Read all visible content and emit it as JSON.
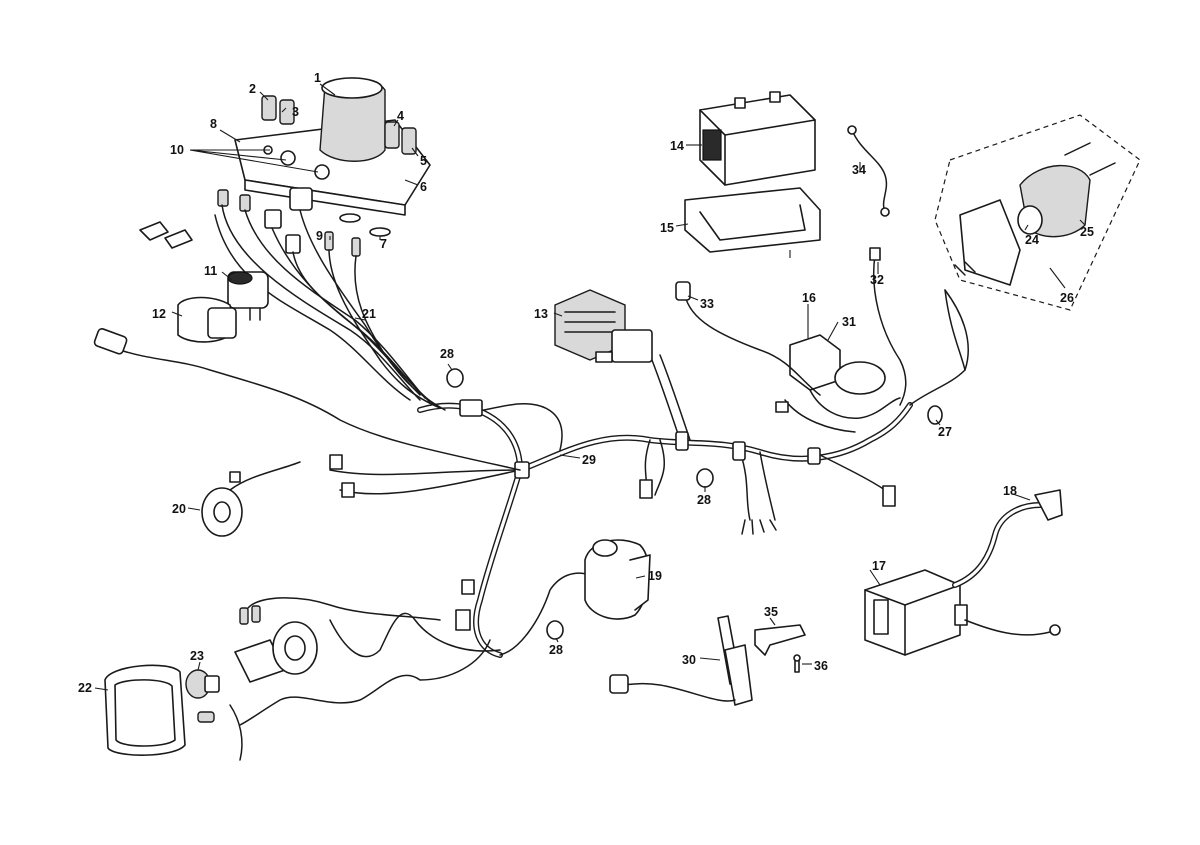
{
  "diagram": {
    "callouts": [
      {
        "id": "1",
        "label": "1"
      },
      {
        "id": "2",
        "label": "2"
      },
      {
        "id": "3",
        "label": "3"
      },
      {
        "id": "4",
        "label": "4"
      },
      {
        "id": "5",
        "label": "5"
      },
      {
        "id": "6",
        "label": "6"
      },
      {
        "id": "7",
        "label": "7"
      },
      {
        "id": "8",
        "label": "8"
      },
      {
        "id": "9",
        "label": "9"
      },
      {
        "id": "10",
        "label": "10"
      },
      {
        "id": "11",
        "label": "11"
      },
      {
        "id": "12",
        "label": "12"
      },
      {
        "id": "13",
        "label": "13"
      },
      {
        "id": "14",
        "label": "14"
      },
      {
        "id": "15",
        "label": "15"
      },
      {
        "id": "16",
        "label": "16"
      },
      {
        "id": "17",
        "label": "17"
      },
      {
        "id": "18",
        "label": "18"
      },
      {
        "id": "19",
        "label": "19"
      },
      {
        "id": "20",
        "label": "20"
      },
      {
        "id": "21",
        "label": "21"
      },
      {
        "id": "22",
        "label": "22"
      },
      {
        "id": "23",
        "label": "23"
      },
      {
        "id": "24",
        "label": "24"
      },
      {
        "id": "25",
        "label": "25"
      },
      {
        "id": "26",
        "label": "26"
      },
      {
        "id": "27",
        "label": "27"
      },
      {
        "id": "28a",
        "label": "28"
      },
      {
        "id": "28b",
        "label": "28"
      },
      {
        "id": "28c",
        "label": "28"
      },
      {
        "id": "29",
        "label": "29"
      },
      {
        "id": "30",
        "label": "30"
      },
      {
        "id": "31",
        "label": "31"
      },
      {
        "id": "32",
        "label": "32"
      },
      {
        "id": "33",
        "label": "33"
      },
      {
        "id": "34",
        "label": "34"
      },
      {
        "id": "35",
        "label": "35"
      },
      {
        "id": "36",
        "label": "36"
      }
    ]
  }
}
